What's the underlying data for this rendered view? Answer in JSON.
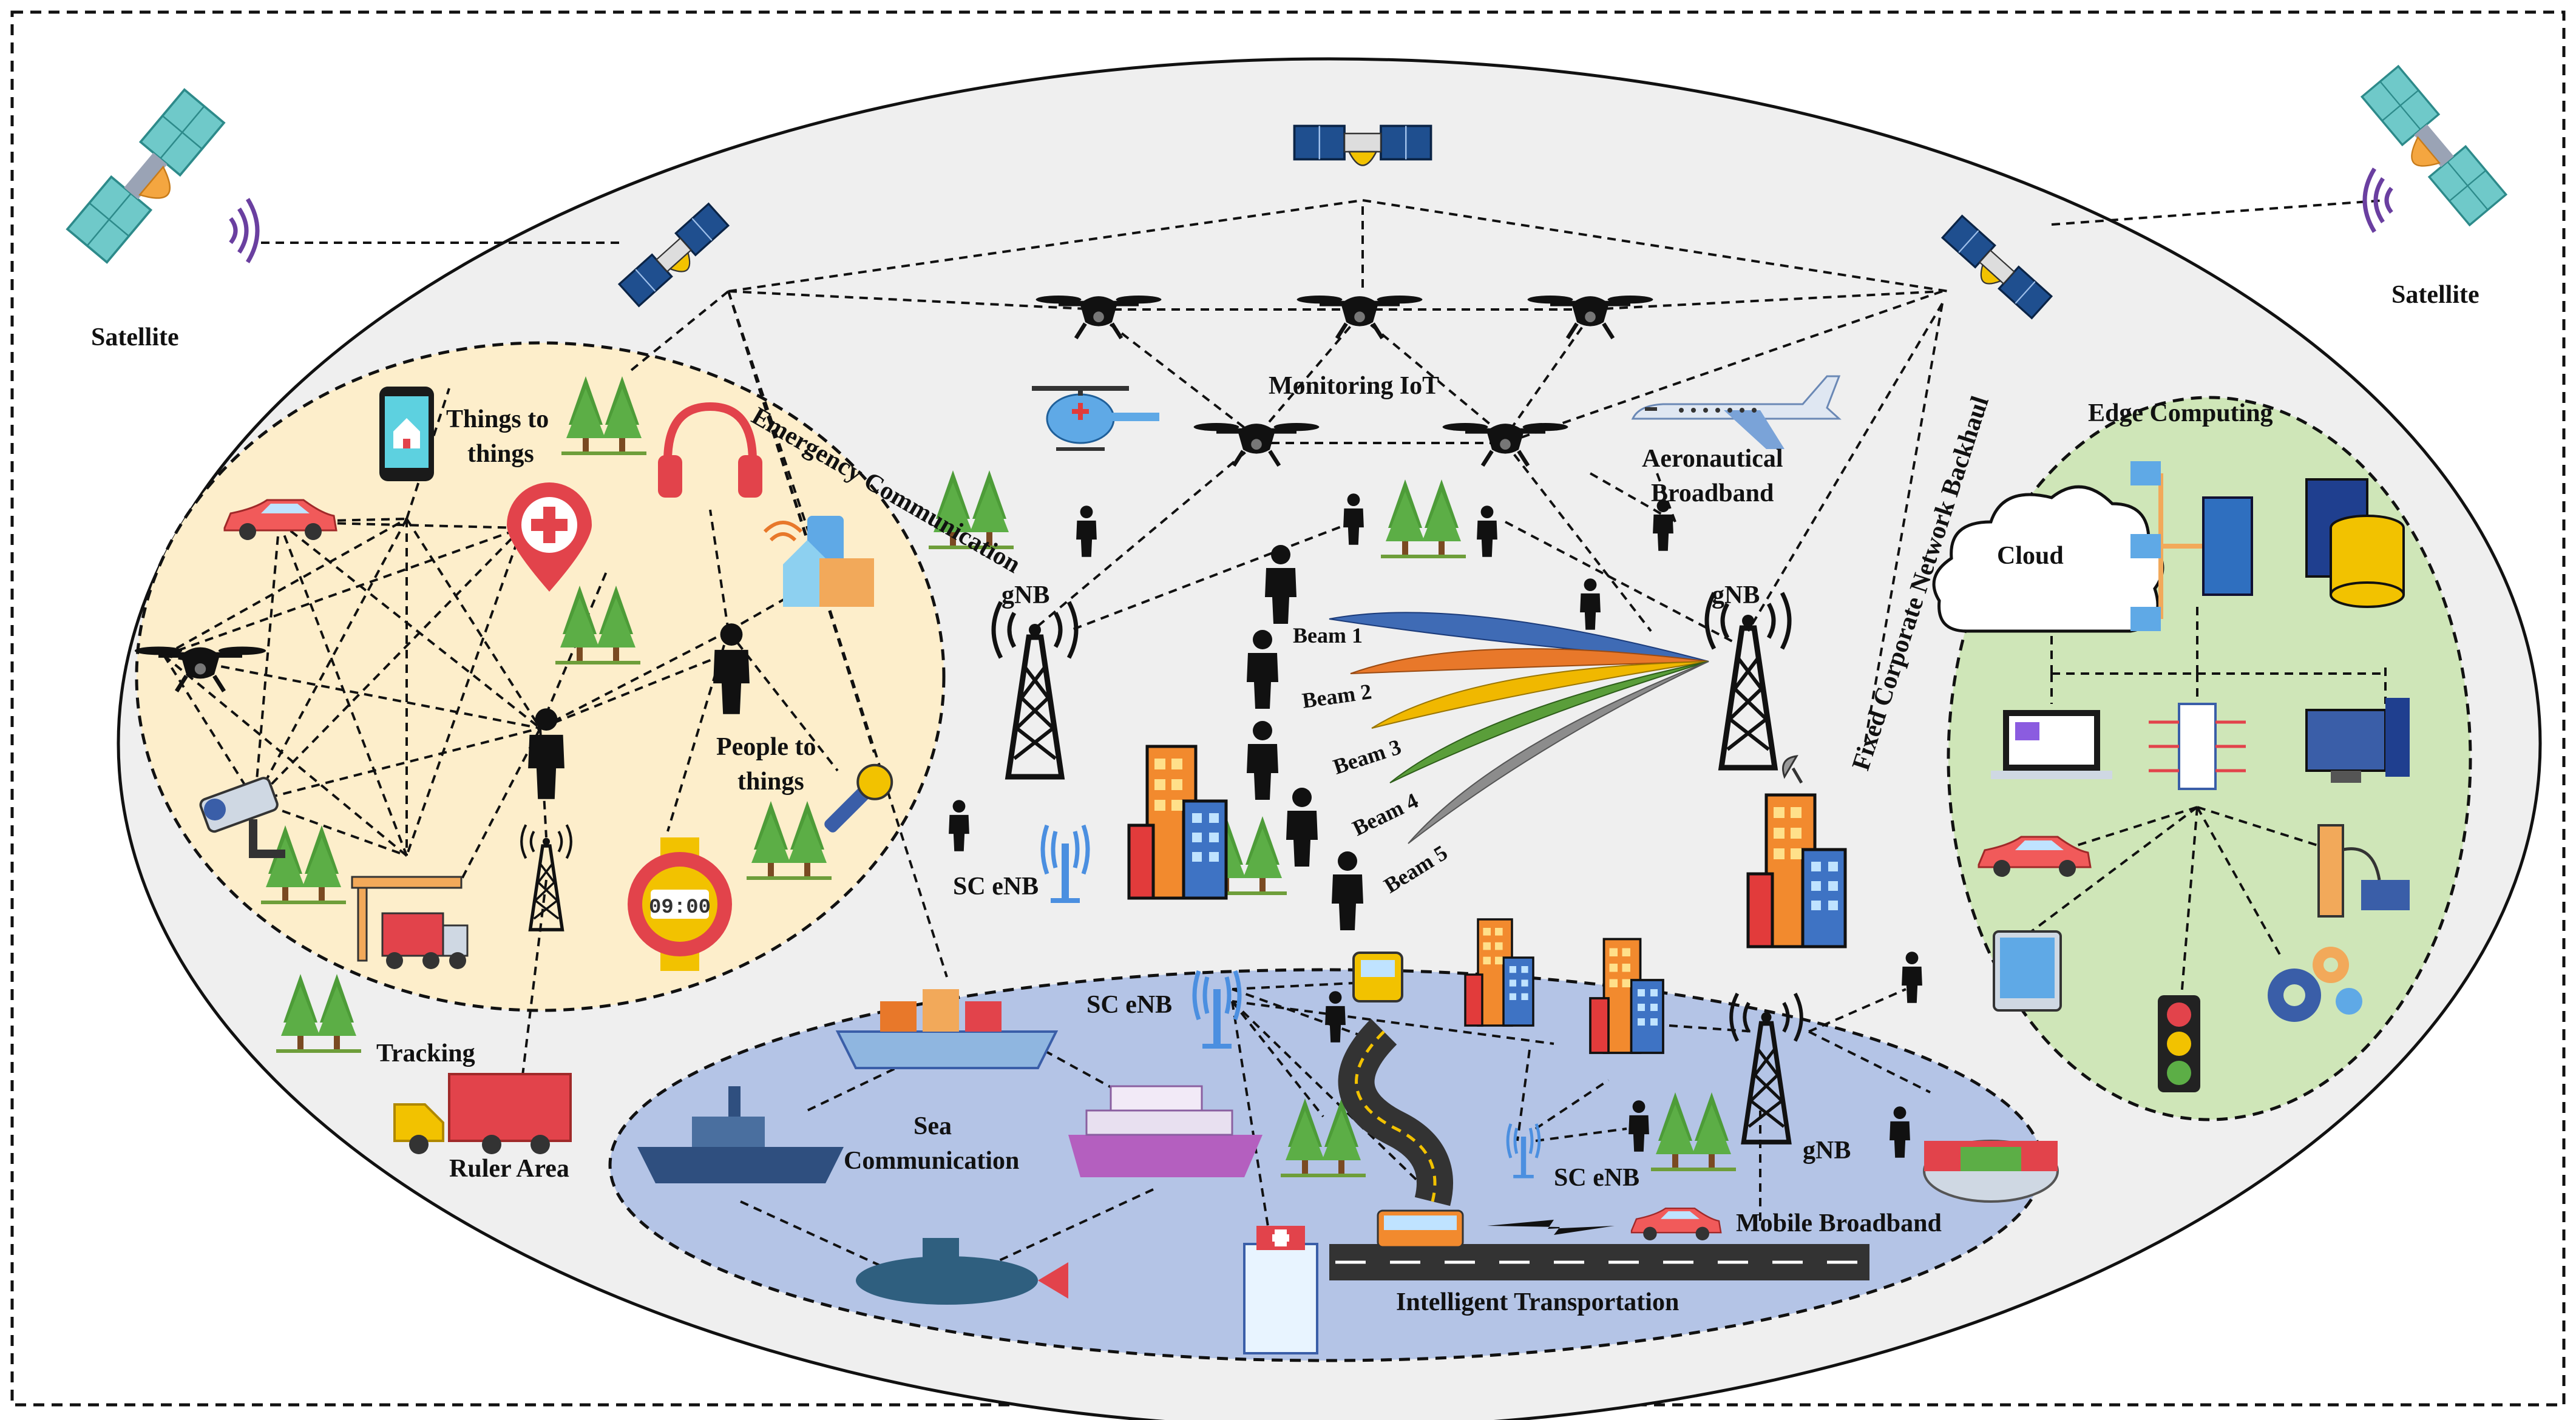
{
  "labels": {
    "satellite_left": "Satellite",
    "satellite_right": "Satellite",
    "monitoring_iot": "Monitoring IoT",
    "emergency_communication": "Emergency Communication",
    "aeronautical_broadband_l1": "Aeronautical",
    "aeronautical_broadband_l2": "Broadband",
    "fixed_backhaul": "Fixed Corporate Network Backhaul",
    "edge_computing": "Edge Computing",
    "cloud": "Cloud",
    "things_to_things_l1": "Things to",
    "things_to_things_l2": "things",
    "people_to_things_l1": "People to",
    "people_to_things_l2": "things",
    "tracking": "Tracking",
    "ruler_area": "Ruler Area",
    "gnb_left": "gNB",
    "gnb_right": "gNB",
    "gnb_bottom": "gNB",
    "sc_enb_left": "SC eNB",
    "sc_enb_top": "SC eNB",
    "sc_enb_bottom": "SC eNB",
    "sea_communication_l1": "Sea",
    "sea_communication_l2": "Communication",
    "intelligent_transportation": "Intelligent Transportation",
    "mobile_broadband": "Mobile Broadband",
    "watch_time": "09:00"
  },
  "beams": [
    {
      "label": "Beam 1",
      "color": "#3f6bb5"
    },
    {
      "label": "Beam 2",
      "color": "#e8782a"
    },
    {
      "label": "Beam 3",
      "color": "#f0b800"
    },
    {
      "label": "Beam 4",
      "color": "#5a9e3a"
    },
    {
      "label": "Beam 5",
      "color": "#8c8c8c"
    }
  ],
  "colors": {
    "outer_ellipse": "#efefef",
    "iot_zone": "#fdeecb",
    "edge_zone": "#cfe6b8",
    "sea_zone": "#b4c4e6",
    "satellite_panel": "#6fc9c9",
    "satellite_dish": "#f4a640",
    "tree": "#5cae46",
    "tower": "#111111"
  }
}
